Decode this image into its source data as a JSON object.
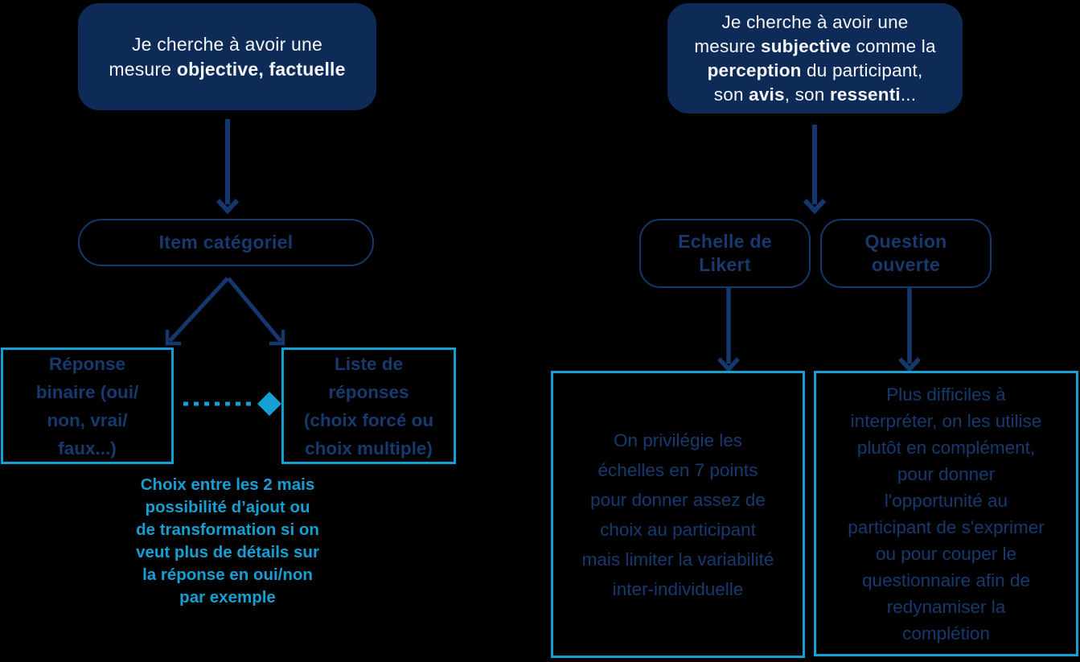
{
  "colors": {
    "background": "#000000",
    "navy_fill": "#0e2a56",
    "navy_stroke": "#14376e",
    "navy_text": "#17396d",
    "cyan": "#169fd2",
    "white_text": "#f4f6f9"
  },
  "left": {
    "premise_line1": "Je cherche à avoir une",
    "premise_line2_normal": "mesure ",
    "premise_line2_bold": "objective, factuelle",
    "category_label": "Item catégoriel",
    "binary_label": "Réponse\nbinaire (oui/\nnon, vrai/\nfaux...)",
    "list_label": "Liste de\nréponses\n(choix forcé ou\nchoix multiple)",
    "note": "Choix entre les 2 mais\npossibilité d’ajout ou\nde transformation si on\nveut plus de détails sur\nla réponse en oui/non\npar exemple"
  },
  "right": {
    "premise_line1": "Je cherche à avoir une",
    "premise_line2a": "mesure ",
    "premise_line2b": "subjective",
    "premise_line2c": " comme la",
    "premise_line3a": "perception",
    "premise_line3b": " du participant,",
    "premise_line4a": "son ",
    "premise_line4b": "avis",
    "premise_line4c": ", son ",
    "premise_line4d": "ressenti",
    "premise_line4e": "...",
    "likert_label": "Echelle de\nLikert",
    "open_label": "Question\nouverte",
    "likert_detail": "On privilégie les\néchelles en 7 points\npour donner assez de\nchoix au participant\nmais limiter la variabilité\ninter-individuelle",
    "open_detail": "Plus difficiles à\ninterpréter, on les utilise\nplutôt en complément,\npour donner\nl'opportunité au\nparticipant de s'exprimer\nou pour couper le\nquestionnaire afin de\nredynamiser la\ncomplétion"
  }
}
